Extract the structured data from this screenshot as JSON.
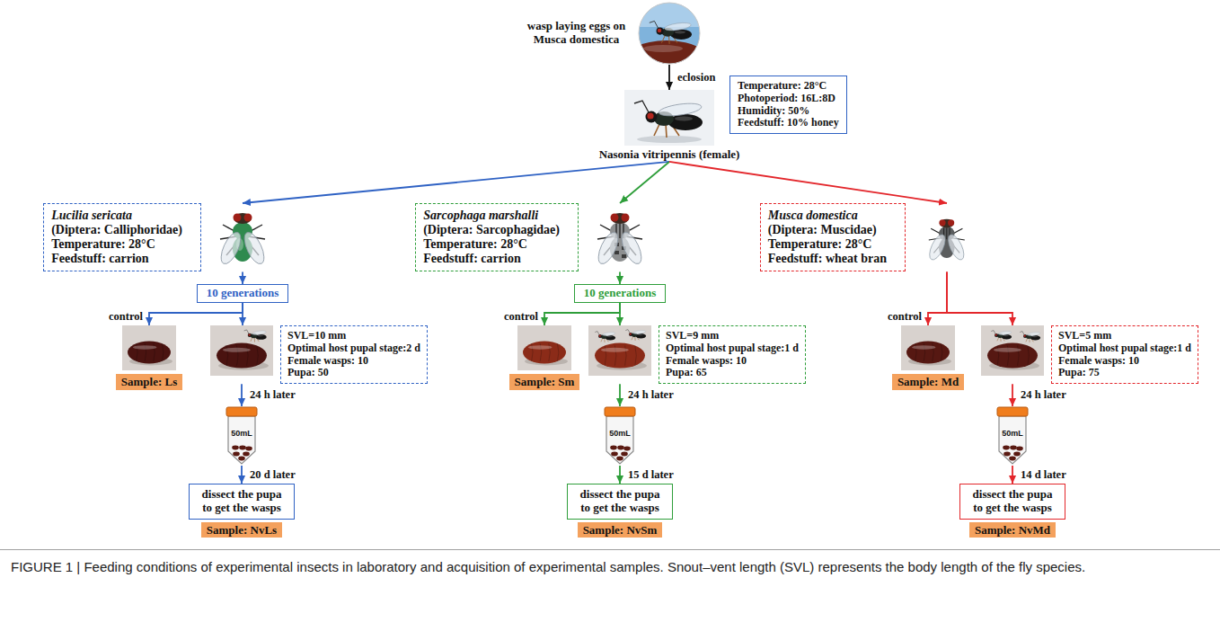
{
  "diagram": {
    "caption": "FIGURE 1 | Feeding conditions of experimental insects in laboratory and acquisition of experimental samples. Snout–vent length (SVL) represents the body length of the fly species.",
    "nodes": [
      {
        "text": [
          "wasp laying eggs on Musca domestica"
        ]
      },
      {
        "text": [
          "Nasonia vitripennis (female)"
        ]
      },
      {
        "text": [
          "Temperature: 28°C",
          "Photoperiod: 16L:8D",
          "Humidity: 50%",
          "Feedstuff: 10% honey"
        ]
      },
      {
        "text": [
          "Lucilia sericata",
          "(Diptera: Calliphoridae)",
          "Temperature: 28°C",
          "Feedstuff: carrion"
        ]
      },
      {
        "text": [
          "Sarcophaga marshalli",
          "(Diptera: Sarcophagidae)",
          "Temperature: 28°C",
          "Feedstuff: carrion"
        ]
      },
      {
        "text": [
          "Musca domestica",
          "(Diptera: Muscidae)",
          "Temperature: 28°C",
          "Feedstuff: wheat bran"
        ]
      },
      {
        "text": [
          "10 generations"
        ]
      },
      {
        "text": [
          "10 generations"
        ]
      },
      {
        "text": [
          "Sample: Ls"
        ]
      },
      {
        "text": [
          "SVL=10 mm",
          "Optimal host pupal stage:2 d",
          "Female wasps: 10",
          "Pupa: 50"
        ]
      },
      {
        "text": [
          "Sample: Sm"
        ]
      },
      {
        "text": [
          "SVL=9 mm",
          "Optimal host pupal stage:1 d",
          "Female wasps: 10",
          "Pupa: 65"
        ]
      },
      {
        "text": [
          "Sample: Md"
        ]
      },
      {
        "text": [
          "SVL=5 mm",
          "Optimal host pupal stage:1 d",
          "Female wasps: 10",
          "Pupa: 75"
        ]
      },
      {
        "text": [
          "50mL"
        ]
      },
      {
        "text": [
          "50mL"
        ]
      },
      {
        "text": [
          "50mL"
        ]
      },
      {
        "text": [
          "dissect the pupa to get the wasps",
          "Sample: NvLs"
        ]
      },
      {
        "text": [
          "dissect the pupa to get the wasps",
          "Sample: NvSm"
        ]
      },
      {
        "text": [
          "dissect the pupa to get the wasps",
          "Sample: NvMd"
        ]
      }
    ],
    "edges": [
      {
        "from": 0,
        "to": 1,
        "label": "eclosion",
        "arrow": "to"
      },
      {
        "from": 1,
        "to": 3,
        "arrow": "to"
      },
      {
        "from": 1,
        "to": 4,
        "arrow": "to"
      },
      {
        "from": 1,
        "to": 5,
        "arrow": "to"
      },
      {
        "from": 3,
        "to": 6,
        "arrow": "to"
      },
      {
        "from": 4,
        "to": 7,
        "arrow": "to"
      },
      {
        "from": 6,
        "to": 8,
        "label": "control",
        "arrow": "to"
      },
      {
        "from": 6,
        "to": 9,
        "arrow": "to"
      },
      {
        "from": 7,
        "to": 10,
        "label": "control",
        "arrow": "to"
      },
      {
        "from": 7,
        "to": 11,
        "arrow": "to"
      },
      {
        "from": 5,
        "to": 12,
        "label": "control",
        "arrow": "to"
      },
      {
        "from": 5,
        "to": 13,
        "arrow": "to"
      },
      {
        "from": 9,
        "to": 14,
        "label": "24 h later",
        "arrow": "to"
      },
      {
        "from": 11,
        "to": 15,
        "label": "24 h later",
        "arrow": "to"
      },
      {
        "from": 13,
        "to": 16,
        "label": "24 h later",
        "arrow": "to"
      },
      {
        "from": 14,
        "to": 17,
        "label": "20 d later",
        "arrow": "to"
      },
      {
        "from": 15,
        "to": 18,
        "label": "15 d later",
        "arrow": "to"
      },
      {
        "from": 16,
        "to": 19,
        "label": "14 d later",
        "arrow": "to"
      }
    ]
  }
}
